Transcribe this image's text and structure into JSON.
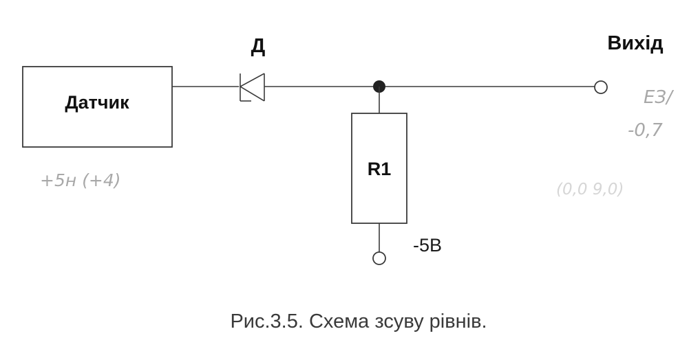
{
  "labels": {
    "sensor": "Датчик",
    "diode": "Д",
    "output": "Вихід",
    "resistor": "R1",
    "supply": "-5В"
  },
  "handwritten": {
    "left_note": "+5н (+4)",
    "right_top": "ЕЗ/",
    "right_mid": "-0,7",
    "right_bottom": "(0,0 9,0)"
  },
  "caption": "Рис.3.5. Схема зсуву рівнів."
}
